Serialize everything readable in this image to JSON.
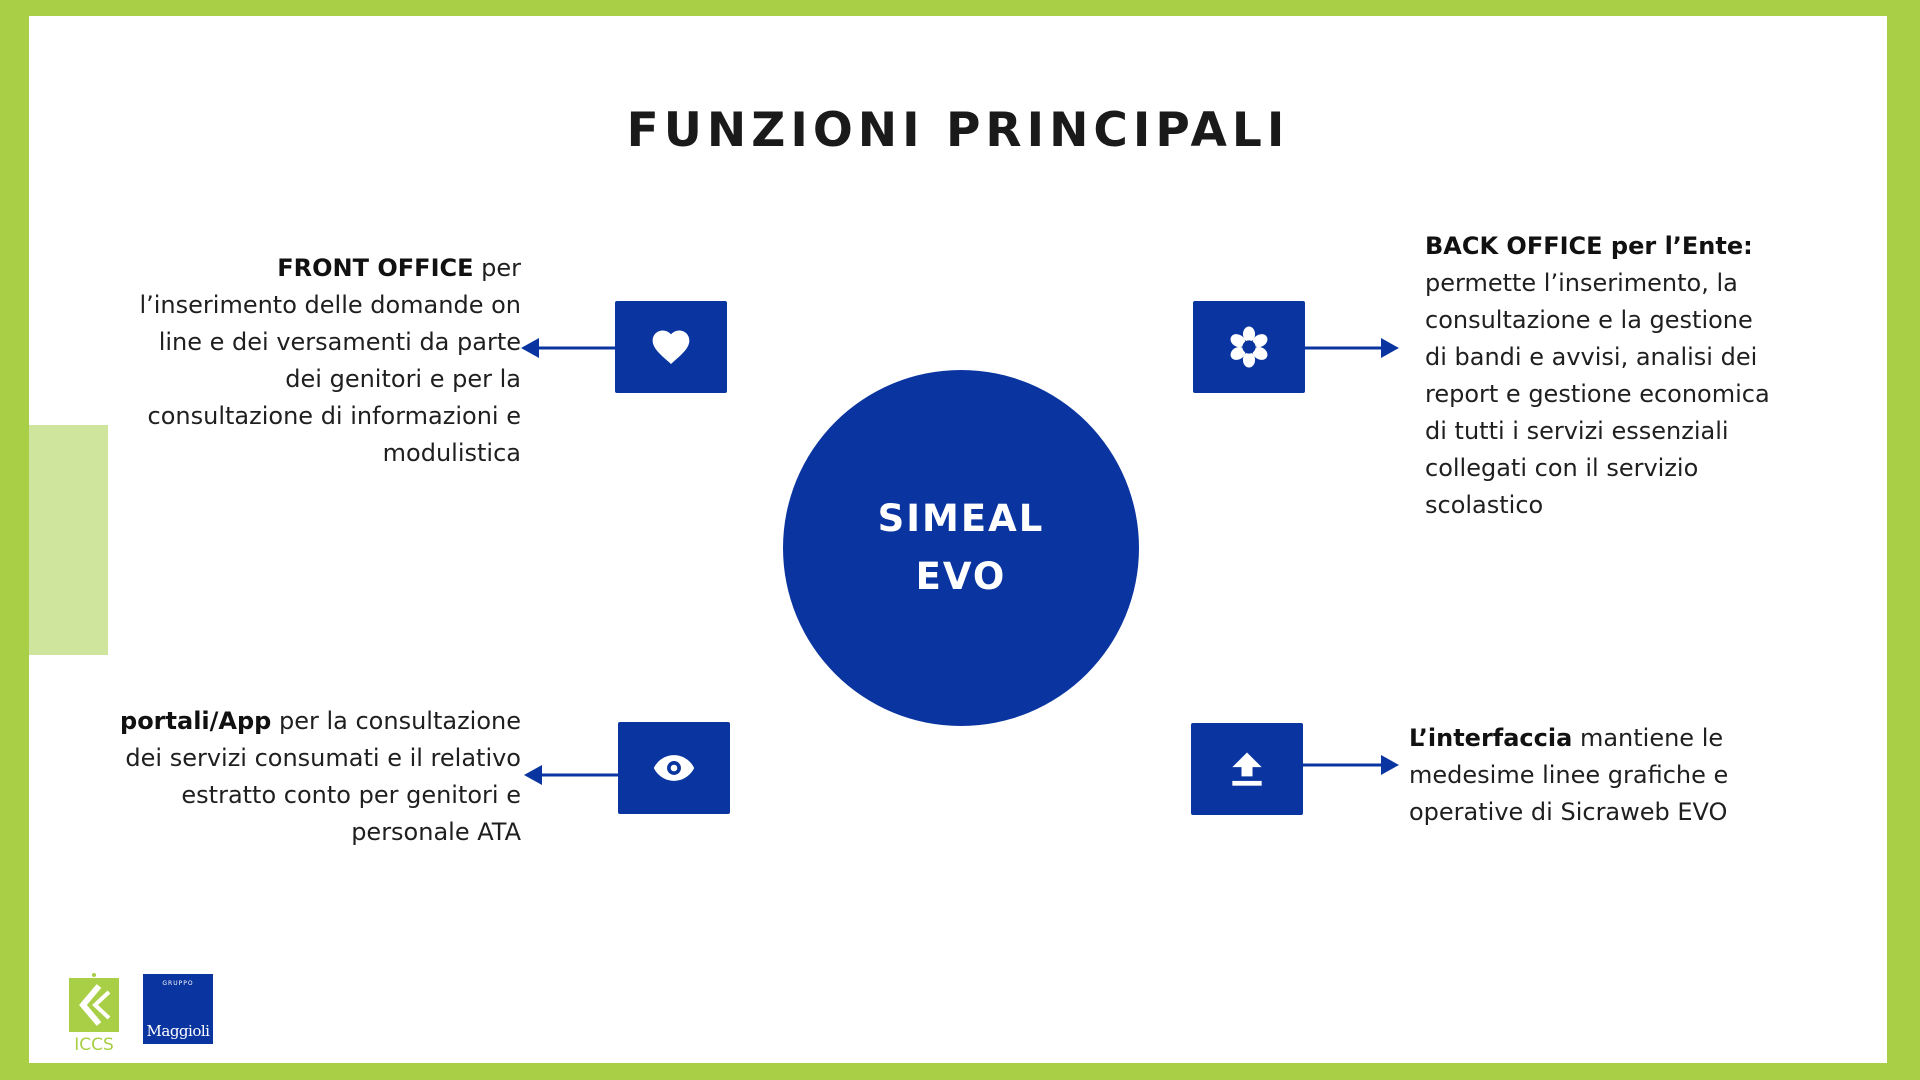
{
  "title": "FUNZIONI PRINCIPALI",
  "hub": {
    "line1": "SIMEAL",
    "line2": "EVO"
  },
  "colors": {
    "frame": "#a8cf45",
    "accent": "#cfe59e",
    "brand": "#0a35a0",
    "text": "#1f1f1f"
  },
  "nodes": [
    {
      "icon": "heart-icon",
      "bold": "FRONT OFFICE",
      "text": " per l’inserimento delle domande on line e dei versamenti da parte dei genitori e per la consultazione di informazioni e modulistica"
    },
    {
      "icon": "flower-icon",
      "bold": "BACK OFFICE per l’Ente:",
      "text": " permette l’inserimento, la consultazione e la gestione di bandi e avvisi, analisi dei report e gestione economica di tutti i servizi essenziali collegati con il servizio scolastico"
    },
    {
      "icon": "eye-icon",
      "bold": "portali/App",
      "text": " per la consultazione dei servizi consumati e il relativo estratto conto per genitori e personale ATA"
    },
    {
      "icon": "upload-icon",
      "bold": "L’interfaccia",
      "text": " mantiene le medesime linee grafiche e operative di Sicraweb EVO"
    }
  ],
  "logos": {
    "iccs": {
      "name": "ICCS"
    },
    "maggioli": {
      "group": "GRUPPO",
      "name": "Maggioli"
    }
  }
}
